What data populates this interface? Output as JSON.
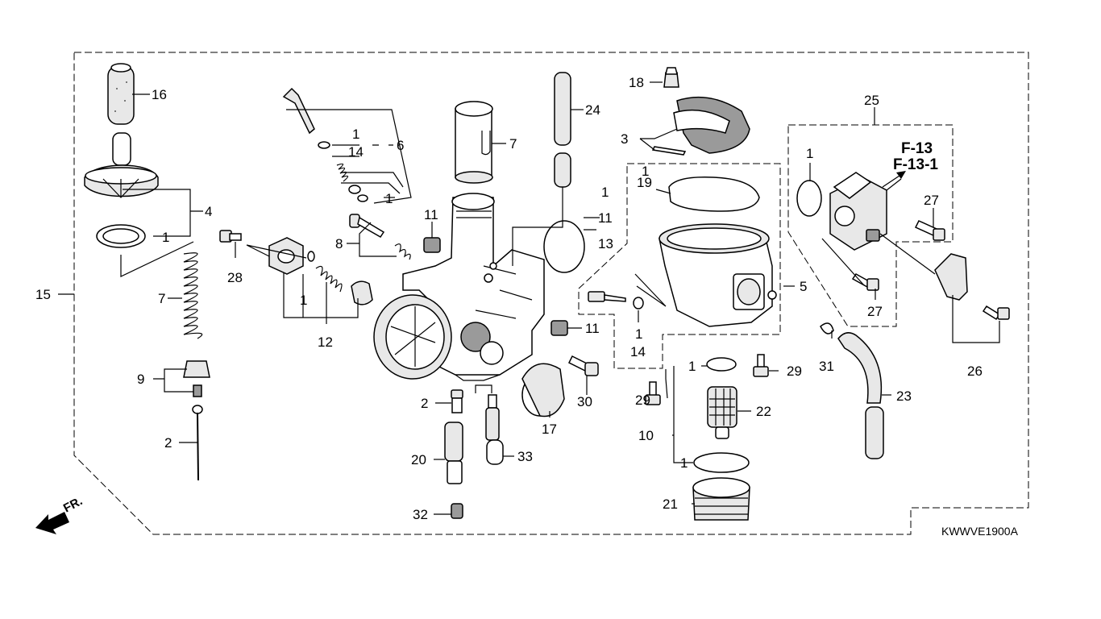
{
  "diagram": {
    "code": "KWWVE1900A",
    "direction_label": "FR.",
    "references": [
      "F-13",
      "F-13-1"
    ],
    "callouts": {
      "c16": "16",
      "c4": "4",
      "c1_seal": "1",
      "c15": "15",
      "c7_spring": "7",
      "c9": "9",
      "c2_needle": "2",
      "c28": "28",
      "c1_gasket": "1",
      "c12": "12",
      "c8": "8",
      "c6": "6",
      "c1_ring_top": "1",
      "c14_top": "14",
      "c1_ring_low": "1",
      "c11_a": "11",
      "c7_slide": "7",
      "c24": "24",
      "c1_oring": "1",
      "c11_b": "11",
      "c13": "13",
      "c11_c": "11",
      "c2_jet": "2",
      "c20": "20",
      "c32": "32",
      "c33": "33",
      "c17": "17",
      "c30": "30",
      "c18": "18",
      "c3": "3",
      "c1_float": "1",
      "c19": "19",
      "c5": "5",
      "c1_screw": "1",
      "c14_mid": "14",
      "c29_a": "29",
      "c29_b": "29",
      "c1_filter_top": "1",
      "c22": "22",
      "c10": "10",
      "c1_filter_bot": "1",
      "c21": "21",
      "c25": "25",
      "c1_valve": "1",
      "c27_a": "27",
      "c27_b": "27",
      "c31": "31",
      "c23": "23",
      "c26": "26"
    }
  }
}
